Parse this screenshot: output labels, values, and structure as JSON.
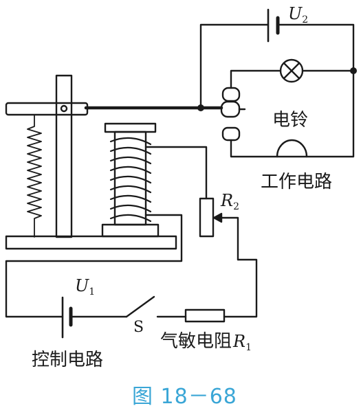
{
  "labels": {
    "u2_letter": "U",
    "u2_sub": "2",
    "r2_letter": "R",
    "r2_sub": "2",
    "u1_letter": "U",
    "u1_sub": "1",
    "switch": "S",
    "bell": "电铃",
    "working_circuit": "工作电路",
    "control_circuit": "控制电路",
    "gas_resistor_text": "气敏电阻",
    "r1_letter": "R",
    "r1_sub": "1"
  },
  "caption": "图 18－68",
  "colors": {
    "line": "#1a1a1a",
    "caption": "#3aa6d6"
  }
}
